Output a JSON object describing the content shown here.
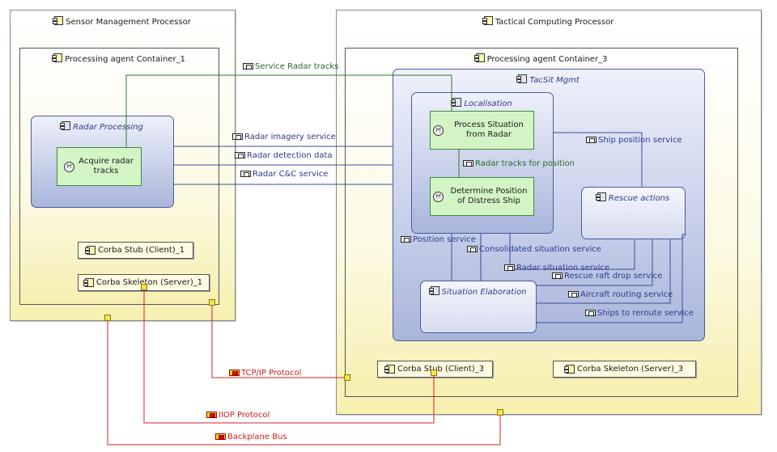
{
  "processors": {
    "smp": "Sensor Management Processor",
    "tcp": "Tactical Computing Processor"
  },
  "containers": {
    "c1": "Processing agent Container_1",
    "c3": "Processing agent Container_3"
  },
  "components": {
    "radar_processing": "Radar Processing",
    "tacsit": "TacSit Mgmt",
    "localisation": "Localisation",
    "rescue_actions": "Rescue actions",
    "situation_elaboration": "Situation Elaboration"
  },
  "functions": {
    "pf_icon": "Pf",
    "acquire": "Acquire radar tracks",
    "process_situation": "Process Situation from Radar",
    "determine_position": "Determine Position of Distress Ship"
  },
  "stubs": {
    "stub1": "Corba Stub (Client)_1",
    "skel1": "Corba Skeleton (Server)_1",
    "stub3": "Corba Stub (Client)_3",
    "skel3": "Corba Skeleton (Server)_3"
  },
  "exchanges": {
    "service_radar_tracks": "Service Radar tracks",
    "radar_imagery": "Radar imagery service",
    "radar_detection": "Radar detection data",
    "radar_cc": "Radar C&C service",
    "ship_position": "Ship position service",
    "radar_tracks_for_position": "Radar tracks for position",
    "position_service": "Position service",
    "consolidated": "Consolidated situation service",
    "radar_situation": "Radar situation service",
    "rescue_raft": "Rescue raft drop service",
    "aircraft_routing": "Aircraft routing service",
    "ships_reroute": "Ships to reroute service"
  },
  "physical_links": {
    "tcpip": "TCP/IP Protocol",
    "iiop": "IIOP Protocol",
    "backplane": "Backplane Bus"
  },
  "colors": {
    "functional_exchange": "#2a7a2a",
    "component_exchange": "#3d4a9a",
    "physical_link": "#d62020"
  }
}
